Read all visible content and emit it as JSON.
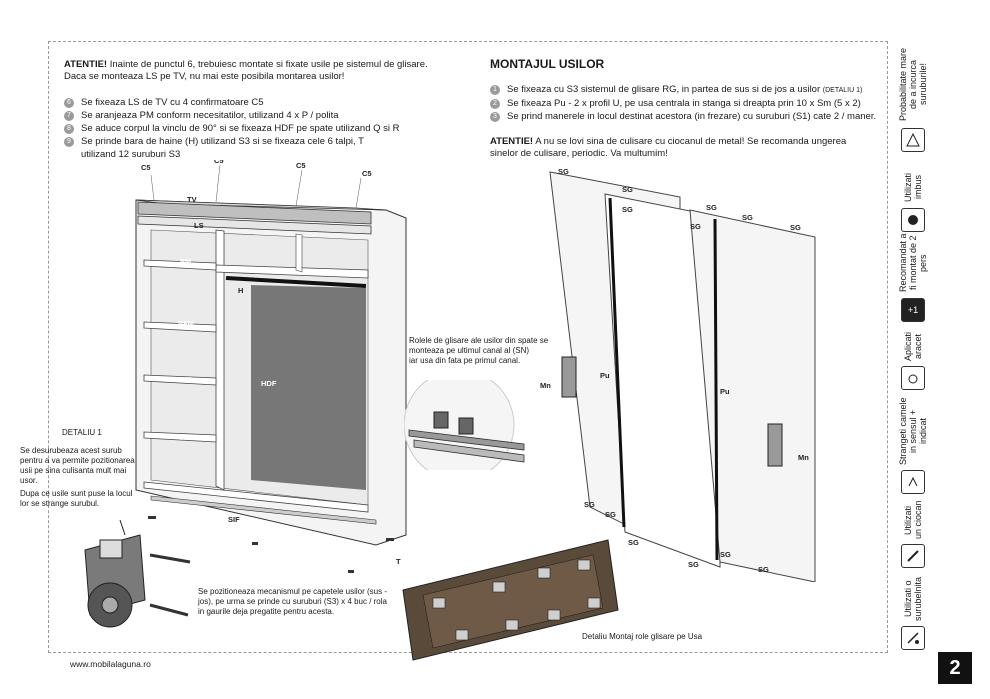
{
  "warning1": {
    "label": "ATENTIE!",
    "line1": " Inainte de punctul 6, trebuiesc montate si fixate usile pe sistemul de glisare.",
    "line2": "Daca se monteaza LS pe TV, nu mai este posibila montarea usilor!"
  },
  "steps_left": [
    {
      "num": "6",
      "text": "Se fixeaza LS de TV cu 4 confirmatoare C5"
    },
    {
      "num": "7",
      "text": "Se aranjeaza PM conform necesitatilor, utilizand 4 x P / polita"
    },
    {
      "num": "8",
      "text": "Se aduce corpul la vinclu de 90° si se fixeaza HDF pe spate utilizand Q si R"
    },
    {
      "num": "9",
      "text": "Se prinde bara de haine (H) utilizand S3 si se fixeaza cele 6 talpi, T"
    },
    {
      "num": "",
      "text": "utilizand 12 suruburi S3"
    }
  ],
  "wardrobe_labels": {
    "c5_a": "C5",
    "c5_b": "C5",
    "c5_c": "C5",
    "c5_d": "C5",
    "tv": "TV",
    "ls": "LS",
    "pm1": "PM",
    "pf": "PF",
    "h": "H",
    "pfm": "PFM",
    "pm2": "PM",
    "hdf": "HDF",
    "pm3": "PM",
    "sif": "SIF",
    "t": "T"
  },
  "detail1": {
    "title": "DETALIU 1",
    "text1": "Se desurubeaza acest surub pentru a va permite pozitionarea usii pe sina culisanta mult mai usor.",
    "text2": "Dupa ce usile sunt puse la locul lor se strange surubul.",
    "caption": "Se pozitioneaza mecanismul pe capetele usilor (sus - jos), pe urma se prinde cu suruburi (S3) x 4 buc / rola in gaurile deja pregatite pentru acesta."
  },
  "rail_note": {
    "line1": "Rolele de glisare ale usilor din spate se",
    "line2": "monteaza pe ultimul canal al (SN)",
    "line3": "iar usa  din fata pe primul canal."
  },
  "montaj": {
    "title": "MONTAJUL USILOR",
    "steps": [
      {
        "num": "1",
        "text": "Se fixeaza cu S3 sistemul de glisare RG, in partea de sus si de jos a usilor",
        "extra": "(DETALIU 1)"
      },
      {
        "num": "2",
        "text": "Se fixeaza Pu - 2 x profil U, pe usa centrala in stanga si dreapta prin 10 x Sm (5 x 2)",
        "extra": ""
      },
      {
        "num": "3",
        "text": "Se prind manerele in locul destinat acestora (in frezare) cu suruburi (S1) cate 2 / maner.",
        "extra": ""
      }
    ],
    "warning_label": "ATENTIE!",
    "warning_text": " A nu se lovi sina de culisare cu ciocanul de metal! Se recomanda ungerea",
    "warning_text2": "sinelor de culisare, periodic. Va multumim!"
  },
  "door_labels": {
    "sg": "SG",
    "pu": "Pu",
    "mn": "Mn"
  },
  "detail_caption": "Detaliu Montaj role glisare pe Usa",
  "footer": {
    "url": "www.mobilalaguna.ro",
    "page": "2"
  },
  "sidebar": [
    {
      "text": "Probabilitate mare de a incurca suruburile!",
      "icon": "warning-icon"
    },
    {
      "text": "Utilizati imbus",
      "icon": "hex-key-icon"
    },
    {
      "text": "Recomandat a fi montat de 2 pers",
      "icon": "two-persons-icon"
    },
    {
      "text": "Aplicati aracet",
      "icon": "glue-icon"
    },
    {
      "text": "Strangeti camele in sensul + indicat",
      "icon": "cam-lock-icon"
    },
    {
      "text": "Utilizati un ciocan",
      "icon": "hammer-icon"
    },
    {
      "text": "Utilizati o surubelnita",
      "icon": "screwdriver-icon"
    }
  ]
}
